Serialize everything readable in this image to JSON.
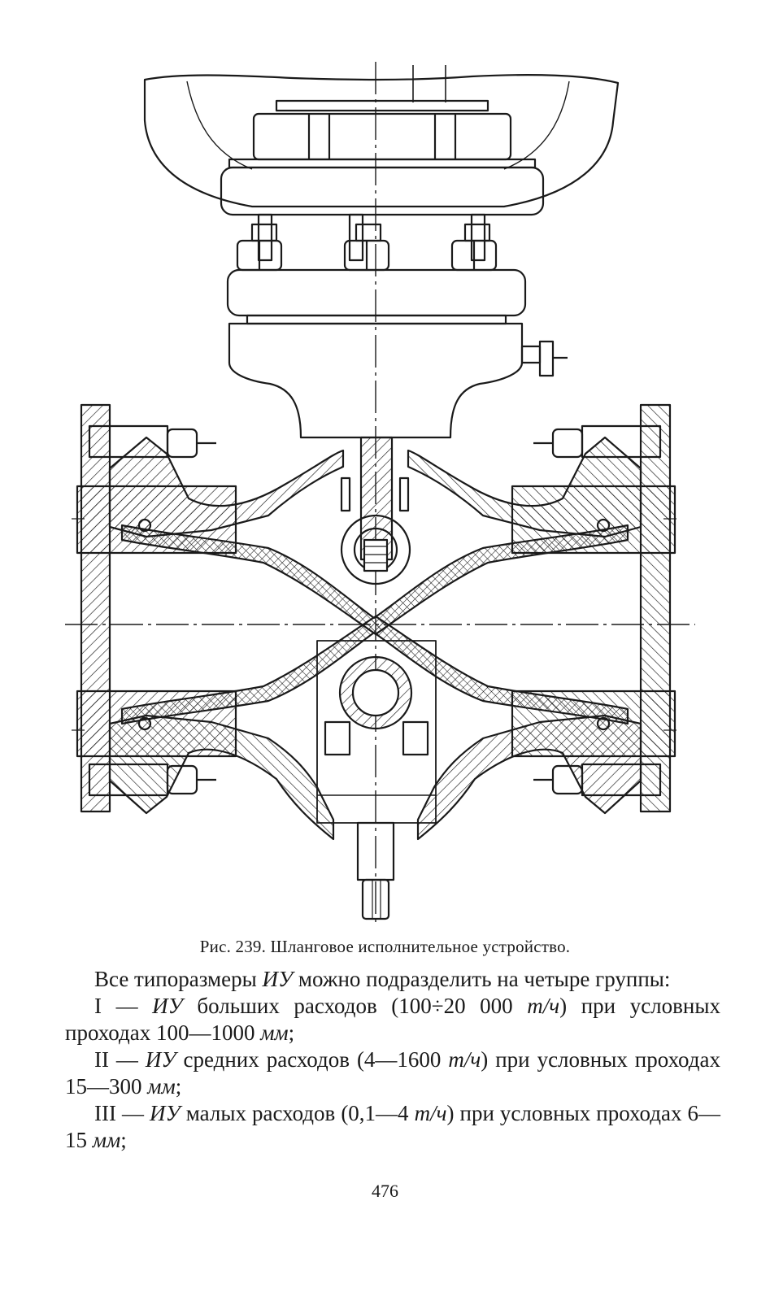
{
  "page": {
    "caption": "Рис. 239. Шланговое исполнительное устройство.",
    "paragraphs": [
      [
        {
          "t": "Все типоразмеры ",
          "i": false
        },
        {
          "t": "ИУ",
          "i": true
        },
        {
          "t": " можно подразделить на четыре группы:",
          "i": false
        }
      ],
      [
        {
          "t": "I — ",
          "i": false
        },
        {
          "t": "ИУ",
          "i": true
        },
        {
          "t": " больших расходов (100÷20 000 ",
          "i": false
        },
        {
          "t": "т/ч",
          "i": true
        },
        {
          "t": ") при условных проходах 100—1000 ",
          "i": false
        },
        {
          "t": "мм",
          "i": true
        },
        {
          "t": ";",
          "i": false
        }
      ],
      [
        {
          "t": "II — ",
          "i": false
        },
        {
          "t": "ИУ",
          "i": true
        },
        {
          "t": " средних расходов (4—1600 ",
          "i": false
        },
        {
          "t": "т/ч",
          "i": true
        },
        {
          "t": ") при условных проходах 15—300 ",
          "i": false
        },
        {
          "t": "мм",
          "i": true
        },
        {
          "t": ";",
          "i": false
        }
      ],
      [
        {
          "t": "III — ",
          "i": false
        },
        {
          "t": "ИУ",
          "i": true
        },
        {
          "t": " малых расходов (0,1—4 ",
          "i": false
        },
        {
          "t": "т/ч",
          "i": true
        },
        {
          "t": ") при условных проходах 6—15 ",
          "i": false
        },
        {
          "t": "мм",
          "i": true
        },
        {
          "t": ";",
          "i": false
        }
      ]
    ],
    "page_number": "476"
  },
  "colors": {
    "ink": "#1a1a1a",
    "paper": "#ffffff"
  }
}
